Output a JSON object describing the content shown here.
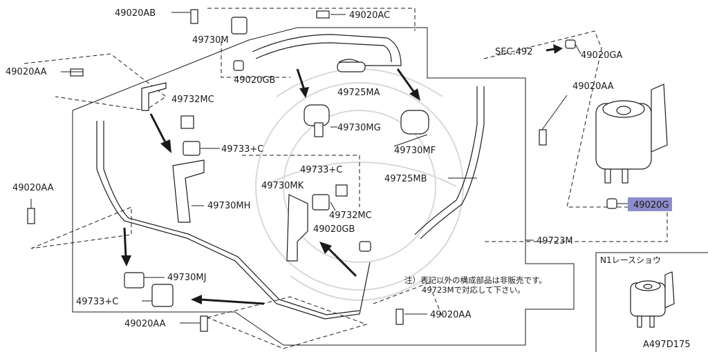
{
  "parts": {
    "p49020AB": "49020AB",
    "p49020AC": "49020AC",
    "p49730M": "49730M",
    "p49020AA_left": "49020AA",
    "p49020GB_top": "49020GB",
    "p49725MA": "49725MA",
    "sec492": "SEC.492",
    "p49020GA": "49020GA",
    "p49020AA_right": "49020AA",
    "p49732MC_top": "49732MC",
    "p49730MG": "49730MG",
    "p49733C_top": "49733+C",
    "p49730MF": "49730MF",
    "p49020AA_mid": "49020AA",
    "p49733C_mid": "49733+C",
    "p49725MB": "49725MB",
    "p49730MK": "49730MK",
    "p49730MH": "49730MH",
    "p49732MC_mid": "49732MC",
    "p49020G": "49020G",
    "p49020GB_mid": "49020GB",
    "p49723M": "49723M",
    "p49730MJ": "49730MJ",
    "p49733C_bottom": "49733+C",
    "p49020AA_bottom1": "49020AA",
    "p49020AA_bottom2": "49020AA"
  },
  "note": {
    "line1": "注）表記以外の構成部品は非販売です。",
    "line2": "49723Mで対応して下さい。"
  },
  "inset": {
    "title": "N1レースショウ"
  },
  "diagram_id": "A497D175",
  "colors": {
    "highlight": "#8c8ccc",
    "ink": "#1a1a1a"
  }
}
